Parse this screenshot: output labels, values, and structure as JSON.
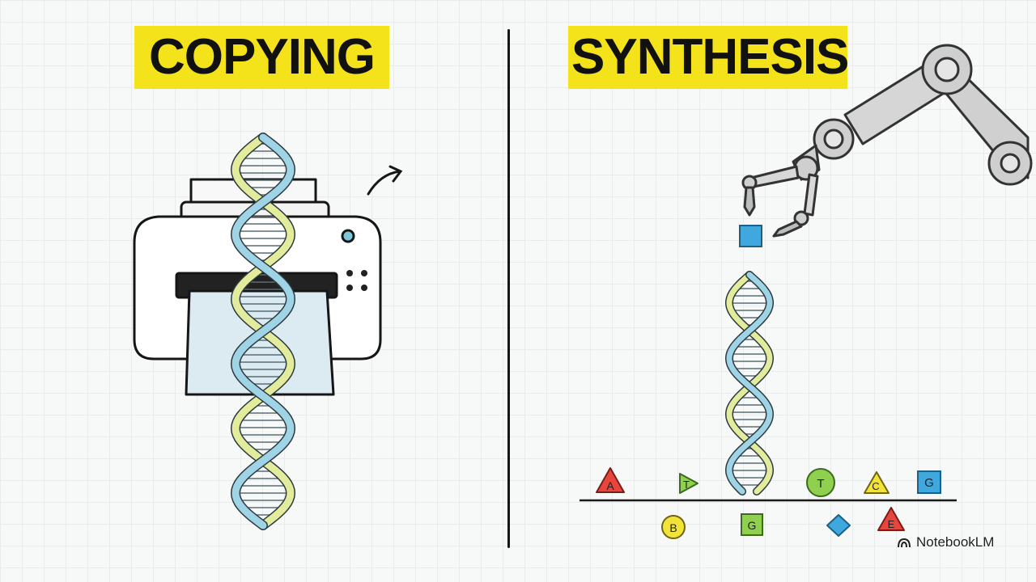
{
  "left_panel": {
    "title": "COPYING"
  },
  "right_panel": {
    "title": "SYNTHESIS",
    "blocks_above_line": [
      "A",
      "T",
      "T",
      "C",
      "G"
    ],
    "blocks_below_line": [
      "B",
      "G",
      "E"
    ]
  },
  "branding": {
    "label": "NotebookLM"
  },
  "colors": {
    "highlight": "#f4e21a",
    "strand_blue": "#9fd3e6",
    "strand_yellow": "#e2ec9c",
    "block_red": "#e8453c",
    "block_green": "#8fd14f",
    "block_yellow": "#f2e33a",
    "block_blue": "#3fa9df"
  }
}
